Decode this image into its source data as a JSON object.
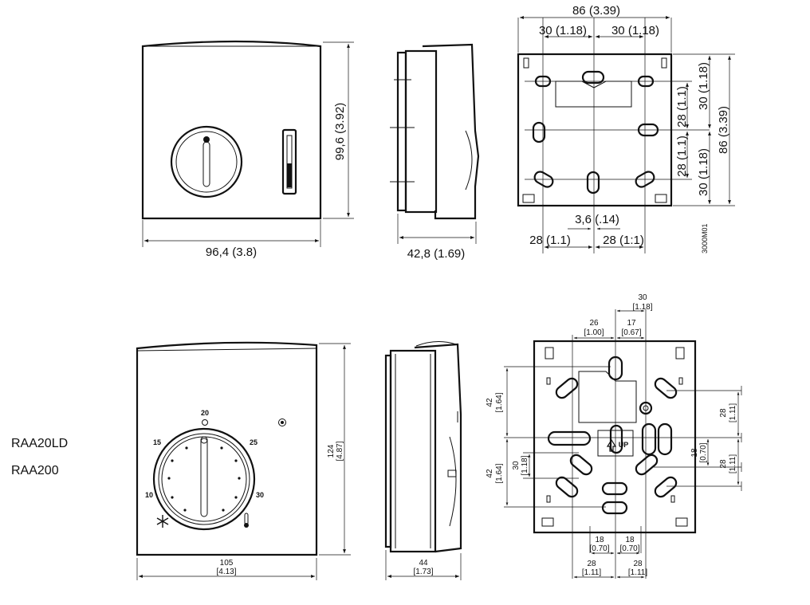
{
  "models": [
    "RAA20LD",
    "RAA200"
  ],
  "drawing_code": "3000M01",
  "top_row": {
    "front": {
      "width": "96,4 (3.8)",
      "height": "99,6 (3.92)"
    },
    "side": {
      "depth": "42,8 (1.69)"
    },
    "back": {
      "overall_width": "86 (3.39)",
      "half_left": "30 (1.18)",
      "half_right": "30 (1.18)",
      "overall_height": "86 (3.39)",
      "v_top_30": "30 (1.18)",
      "v_bottom_30": "30 (1.18)",
      "v_28_a": "28 (1.1)",
      "v_28_b": "28 (1.1)",
      "slot": "3,6 (.14)",
      "bottom_left_28": "28 (1.1)",
      "bottom_right_28": "28 (1:1)"
    }
  },
  "bottom_row": {
    "front": {
      "width_mm": "105",
      "width_in": "[4.13]",
      "height_mm": "124",
      "height_in": "[4.87]"
    },
    "side": {
      "depth_mm": "44",
      "depth_in": "[1.73]"
    },
    "dial_marks": [
      "20",
      "15",
      "25",
      "10",
      "30"
    ],
    "back": {
      "top_30_mm": "30",
      "top_30_in": "[1.18]",
      "top_26_mm": "26",
      "top_26_in": "[1.00]",
      "top_17_mm": "17",
      "top_17_in": "[0.67]",
      "left_42a_mm": "42",
      "left_42a_in": "[1.64]",
      "left_42b_mm": "42",
      "left_42b_in": "[1.64]",
      "left_30_mm": "30",
      "left_30_in": "[1.18]",
      "right_28a_mm": "28",
      "right_28a_in": "[1.11]",
      "right_18_mm": "18",
      "right_18_in": "[0.70]",
      "right_28b_mm": "28",
      "right_28b_in": "[1.11]",
      "bot_18l_mm": "18",
      "bot_18l_in": "[0.70]",
      "bot_18r_mm": "18",
      "bot_18r_in": "[0.70]",
      "bot_28l_mm": "28",
      "bot_28l_in": "[1.11]",
      "bot_28r_mm": "28",
      "bot_28r_in": "[1.11]",
      "up_label": "UP"
    }
  }
}
